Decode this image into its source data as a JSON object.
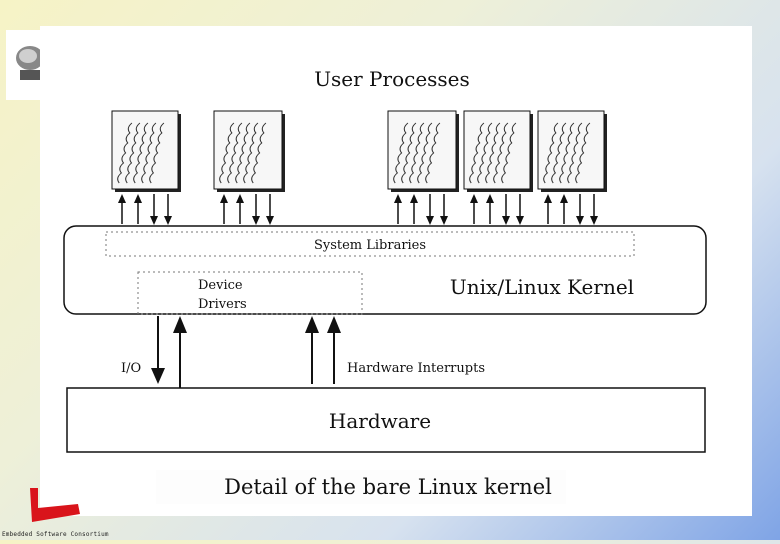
{
  "diagram": {
    "user_processes": "User Processes",
    "system_libraries": "System Libraries",
    "device": "Device",
    "drivers": "Drivers",
    "kernel": "Unix/Linux Kernel",
    "io": "I/O",
    "hardware_interrupts": "Hardware Interrupts",
    "hardware": "Hardware",
    "caption": "Detail of the bare Linux kernel"
  },
  "footer": {
    "text": "Embedded Software Consortium"
  },
  "colors": {
    "accent_red": "#d9141b",
    "line": "#111111",
    "process_fill": "#f7f7f7"
  }
}
